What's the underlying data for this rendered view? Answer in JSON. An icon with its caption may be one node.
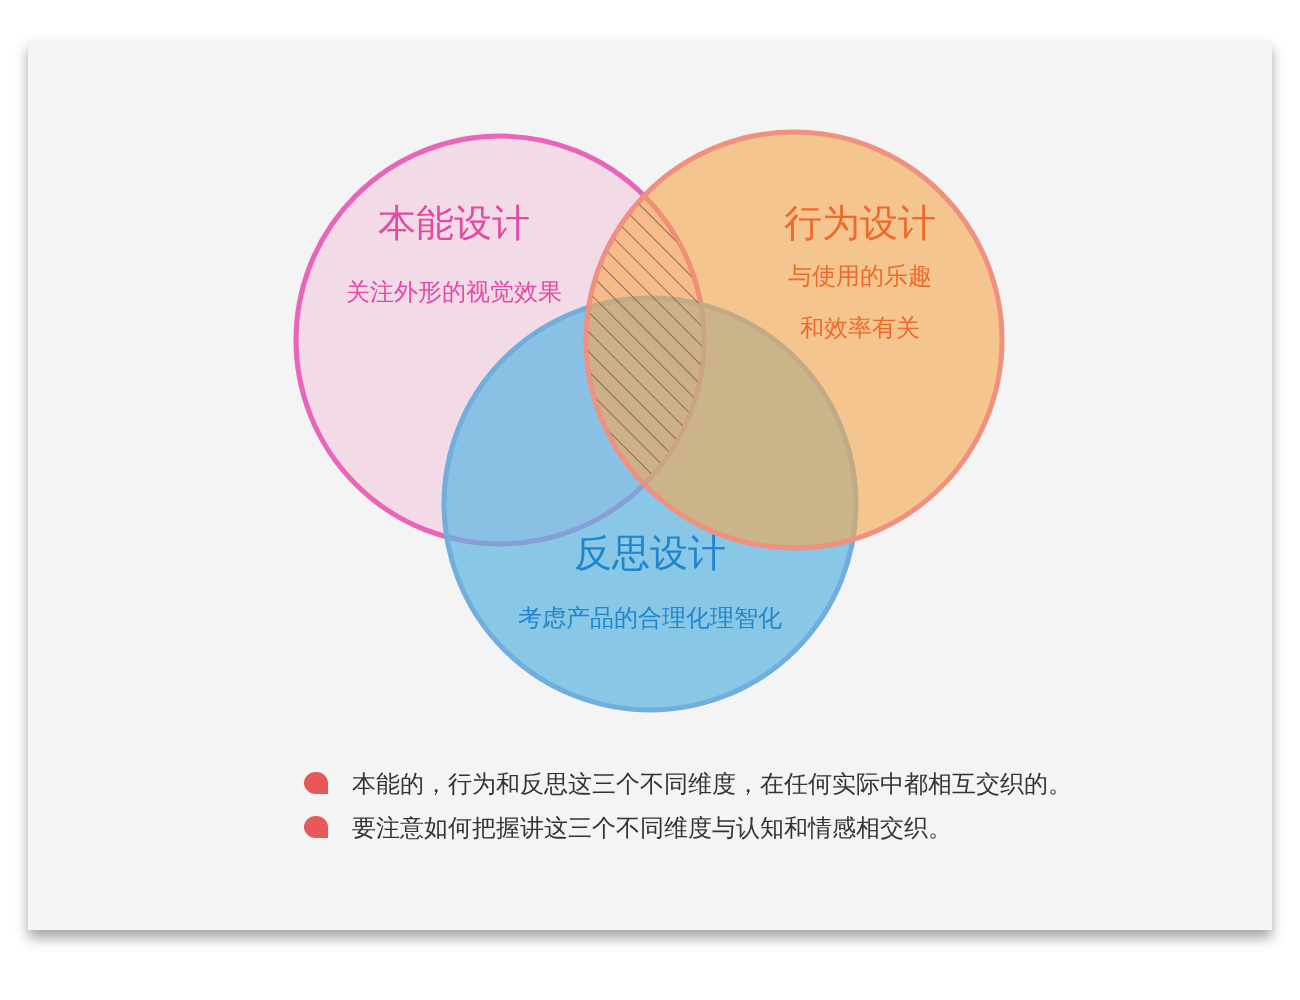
{
  "diagram": {
    "nodes": [
      {
        "text": [
          "本能设计",
          "关注外形的视觉效果"
        ]
      },
      {
        "text": [
          "行为设计",
          "与使用的乐趣和效率有关"
        ]
      },
      {
        "text": [
          "反思设计",
          "考虑产品的合理化理智化"
        ]
      }
    ],
    "labels": [
      "本能的，行为和反思这三个不同维度，在任何实际中都相互交织的。",
      "要注意如何把握讲这三个不同维度与认知和情感相交织。"
    ]
  }
}
